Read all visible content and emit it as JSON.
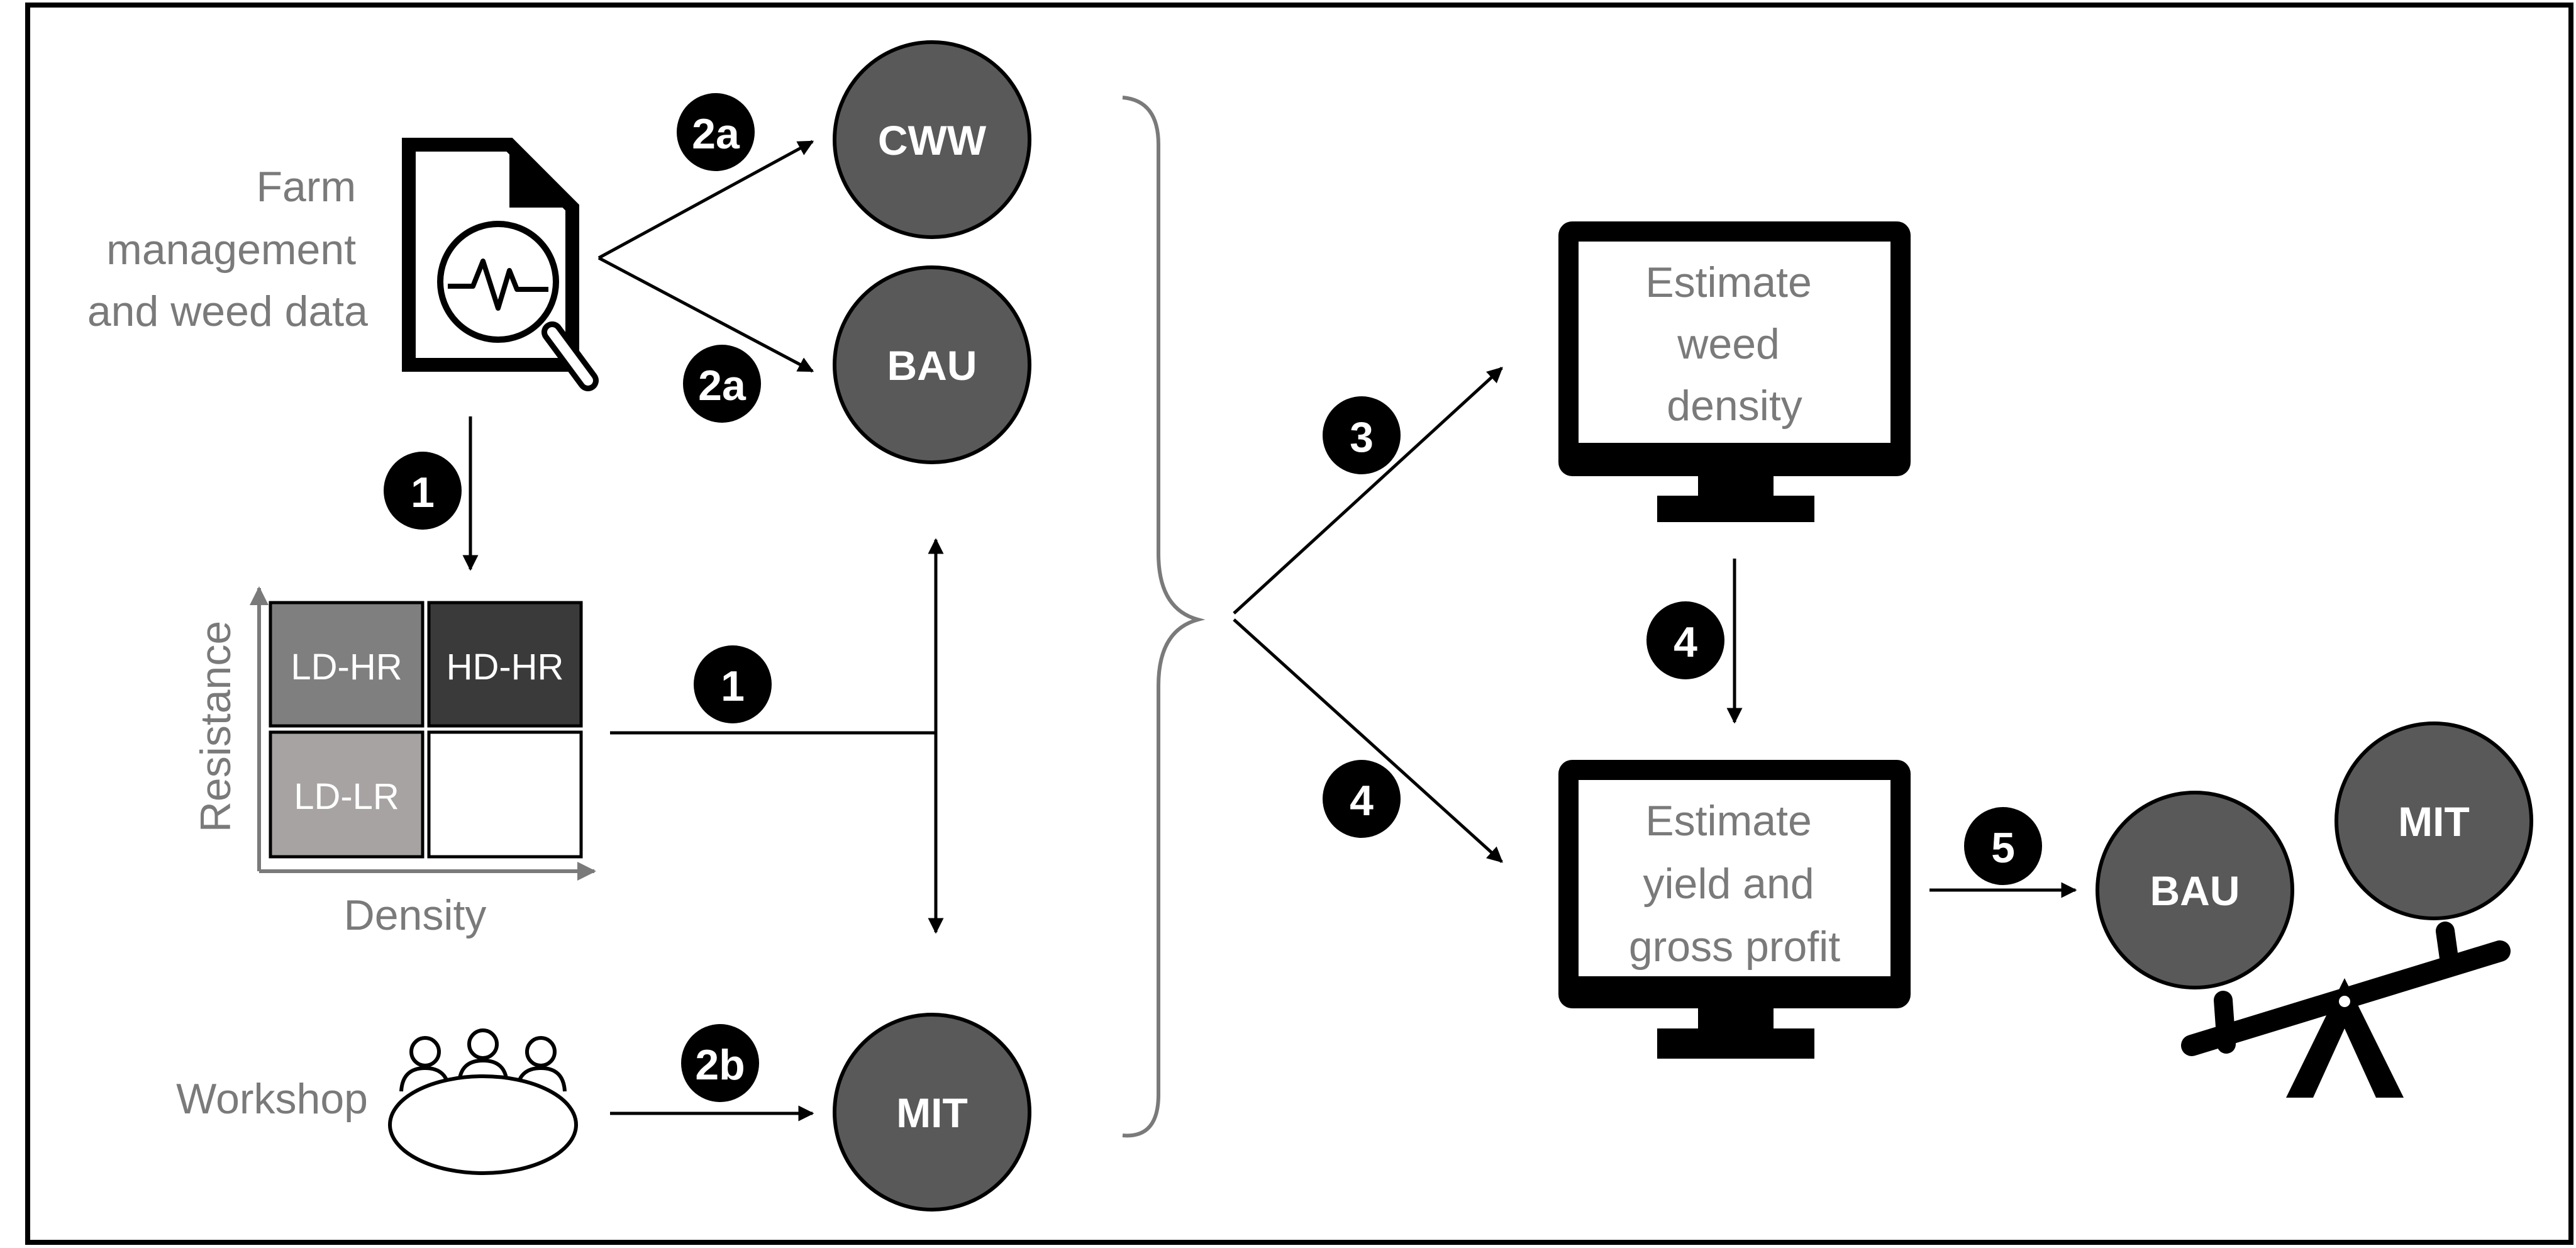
{
  "source": {
    "label_lines": [
      "Farm",
      "management",
      "and weed data"
    ]
  },
  "workshop": {
    "label": "Workshop"
  },
  "matrix": {
    "y_axis_label": "Resistance",
    "x_axis_label": "Density",
    "cells": {
      "top_left": "LD-HR",
      "top_right": "HD-HR",
      "bottom_left": "LD-LR",
      "bottom_right": ""
    }
  },
  "scenarios": {
    "cww": "CWW",
    "bau": "BAU",
    "mit": "MIT"
  },
  "steps": {
    "step1_top": "1",
    "step1_mid": "1",
    "step2a_top": "2a",
    "step2a_bottom": "2a",
    "step2b": "2b",
    "step3": "3",
    "step4_vertical": "4",
    "step4_diagonal": "4",
    "step5": "5"
  },
  "monitors": {
    "weed_density_lines": [
      "Estimate",
      "weed",
      "density"
    ],
    "yield_profit_lines": [
      "Estimate",
      "yield and",
      "gross profit"
    ]
  },
  "comparison": {
    "left": "BAU",
    "right": "MIT"
  },
  "colors": {
    "circle_fill": "#595959",
    "dark_cell": "#3a3a3a",
    "mid_cell": "#7f7f7f",
    "light_cell": "#a6a3a2",
    "text_grey": "#7a7a7a",
    "badge": "#000000"
  }
}
